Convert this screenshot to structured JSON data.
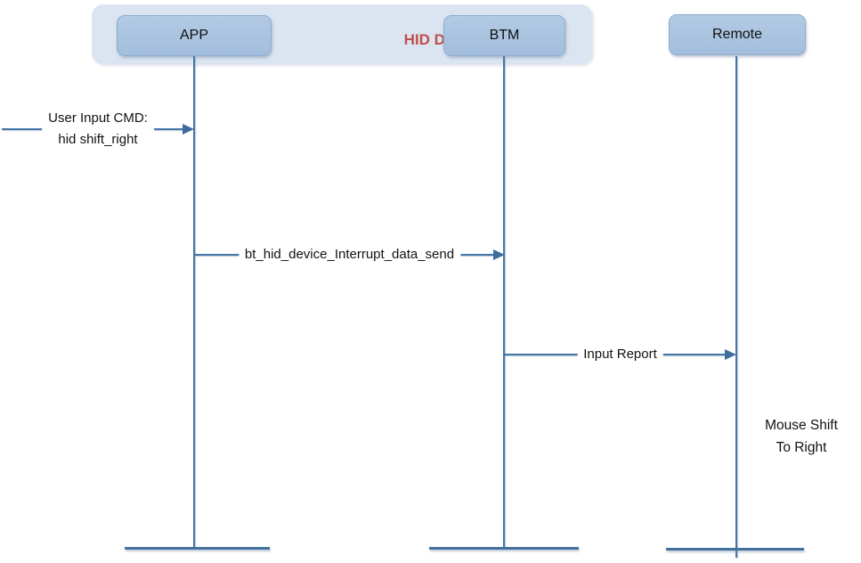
{
  "colors": {
    "group_container_fill": "#dbe5f1",
    "actor_box_fill": "#a9c4e0",
    "line_color": "#4576a8",
    "group_label_color": "#c0504d",
    "text_color": "#111111",
    "background": "#ffffff"
  },
  "group": {
    "label": "HID Device"
  },
  "actors": [
    {
      "label": "APP"
    },
    {
      "label": "BTM"
    },
    {
      "label": "Remote"
    }
  ],
  "messages": [
    {
      "from": "user",
      "to": "APP",
      "lines": [
        "User Input CMD:",
        "hid shift_right"
      ]
    },
    {
      "from": "APP",
      "to": "BTM",
      "lines": [
        "bt_hid_device_Interrupt_data_send"
      ]
    },
    {
      "from": "BTM",
      "to": "Remote",
      "lines": [
        "Input Report"
      ]
    }
  ],
  "note": {
    "lines": [
      "Mouse Shift",
      "To Right"
    ]
  }
}
